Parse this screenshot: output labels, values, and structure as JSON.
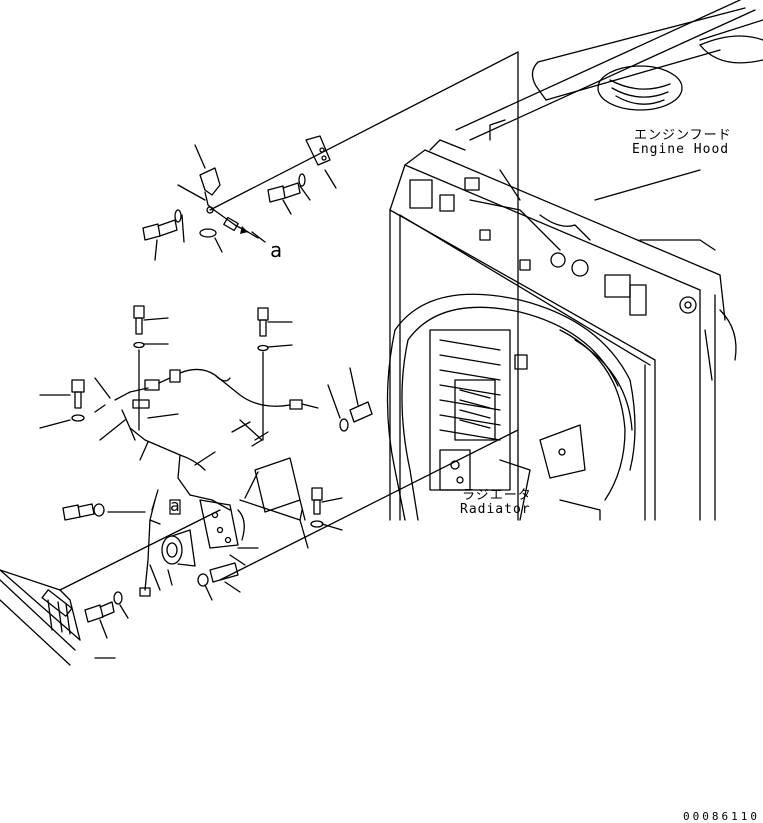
{
  "labels": {
    "engine_hood_jp": "エンジンフード",
    "engine_hood_en": "Engine Hood",
    "radiator_jp": "ラジエータ",
    "radiator_en": "Radiator",
    "ref_a_upper": "a",
    "ref_a_lower": "a",
    "drawing_code": "00086110"
  },
  "colors": {
    "line": "#000000",
    "background": "#ffffff"
  }
}
